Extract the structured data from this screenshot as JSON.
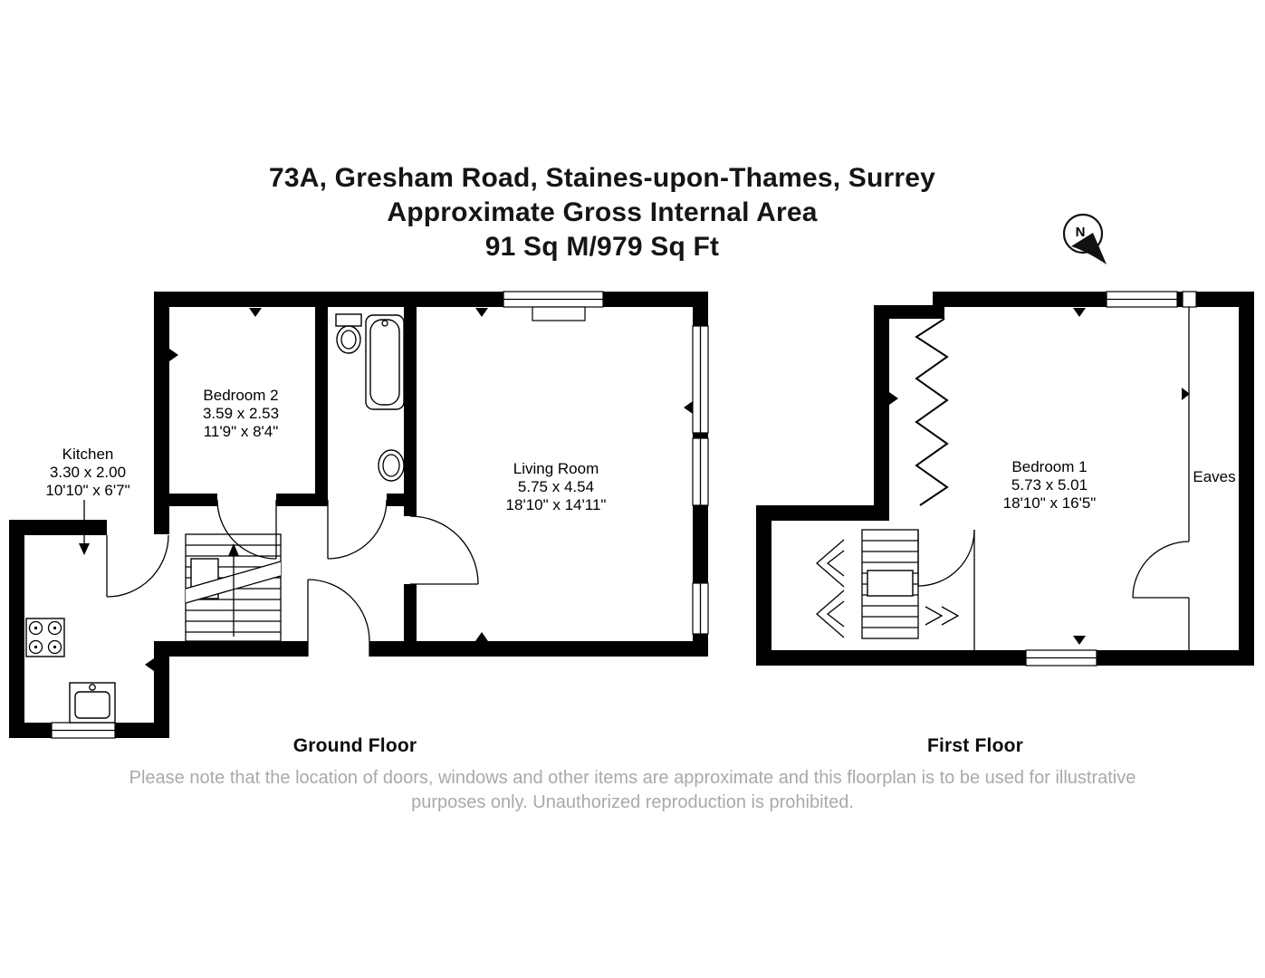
{
  "colors": {
    "wall": "#000000",
    "text": "#111111",
    "muted_text": "#a9a9a9"
  },
  "header": {
    "address": "73A, Gresham Road, Staines-upon-Thames, Surrey",
    "area_label": "Approximate Gross Internal Area",
    "area_value": "91 Sq M/979 Sq Ft"
  },
  "compass": {
    "north_label": "N"
  },
  "floors": {
    "ground": {
      "caption": "Ground Floor",
      "rooms": {
        "kitchen": {
          "name": "Kitchen",
          "metric": "3.30 x 2.00",
          "imperial": "10'10\" x 6'7\""
        },
        "bedroom2": {
          "name": "Bedroom 2",
          "metric": "3.59 x 2.53",
          "imperial": "11'9\" x 8'4\""
        },
        "living": {
          "name": "Living Room",
          "metric": "5.75 x 4.54",
          "imperial": "18'10\" x 14'11\""
        }
      }
    },
    "first": {
      "caption": "First Floor",
      "rooms": {
        "bedroom1": {
          "name": "Bedroom 1",
          "metric": "5.73 x 5.01",
          "imperial": "18'10\" x 16'5\""
        },
        "eaves": {
          "name": "Eaves"
        }
      }
    }
  },
  "footer": {
    "disclaimer_line1": "Please note that the location of doors, windows and other items are approximate and this floorplan is to be used for illustrative",
    "disclaimer_line2": "purposes only. Unauthorized reproduction is prohibited."
  }
}
